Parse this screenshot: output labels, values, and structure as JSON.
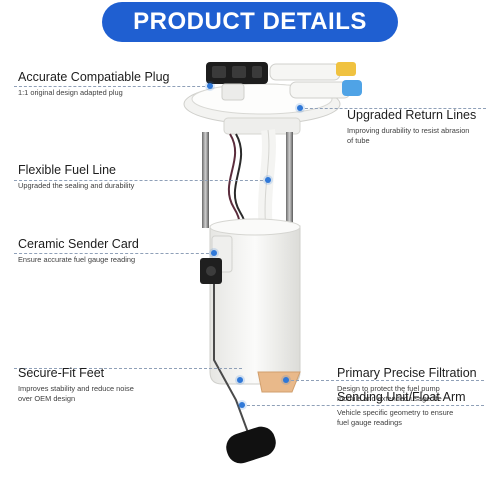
{
  "banner": {
    "title": "PRODUCT DETAILS",
    "color": "#1f5fd1"
  },
  "features": {
    "plug": {
      "title": "Accurate Compatiable Plug",
      "desc": "1:1 original design adapted plug"
    },
    "return_lines": {
      "title": "Upgraded Return Lines",
      "desc_line1": "Improving durability to resist abrasion",
      "desc_line2": "of tube"
    },
    "fuel_line": {
      "title": "Flexible Fuel Line",
      "desc": "Upgraded the sealing and durability"
    },
    "sender_card": {
      "title": "Ceramic Sender Card",
      "desc": "Ensure accurate fuel gauge reading"
    },
    "feet": {
      "title": "Secure-Fit Feet",
      "desc_line1": "Improves stability and reduce noise",
      "desc_line2": "over OEM design"
    },
    "filtration": {
      "title": "Primary Precise Filtration",
      "desc_line1": "Design to protect the fuel pump",
      "desc_line2": "module and extended usage life"
    },
    "float_arm": {
      "title": "Sending Unit/Float Arm",
      "desc_line1": "Vehicle specific geometry to ensure",
      "desc_line2": "fuel gauge readings"
    }
  },
  "colors": {
    "accent_dot": "#2f78d8",
    "leader": "#8fa0b8",
    "filter_sock": "#e9b98a",
    "body_white": "#f4f4f2"
  }
}
